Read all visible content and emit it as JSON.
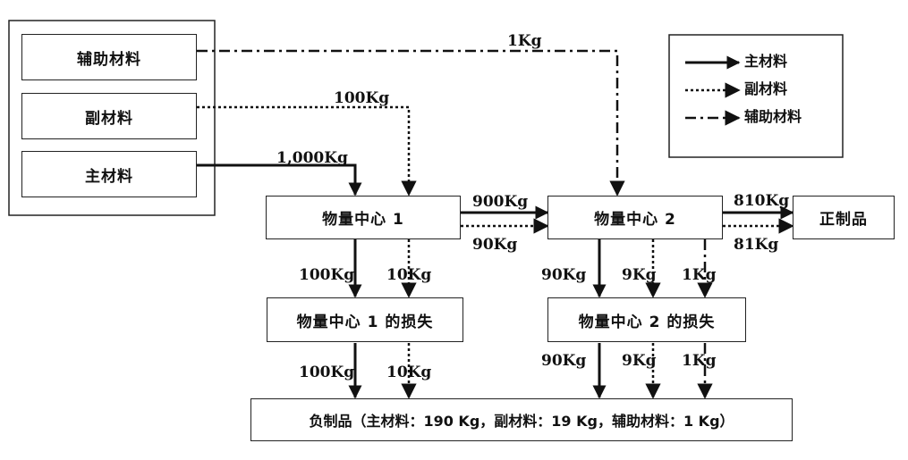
{
  "sources": {
    "auxiliary": "辅助材料",
    "secondary": "副材料",
    "main": "主材料"
  },
  "centers": {
    "center1": "物量中心 1",
    "center2": "物量中心 2",
    "loss1": "物量中心 1 的损失",
    "loss2": "物量中心 2 的损失"
  },
  "outputs": {
    "good_product": "正制品",
    "negative_product": "负制品（主材料：190 Kg，副材料：19 Kg，辅助材料：1 Kg）"
  },
  "legend": {
    "main": "主材料",
    "secondary": "副材料",
    "auxiliary": "辅助材料"
  },
  "flows": {
    "aux_in": "1Kg",
    "sec_in": "100Kg",
    "main_in": "1,000Kg",
    "c1_to_c2_main": "900Kg",
    "c1_to_c2_sec": "90Kg",
    "c2_to_good_main": "810Kg",
    "c2_to_good_sec": "81Kg",
    "c1_loss_main": "100Kg",
    "c1_loss_sec": "10Kg",
    "c2_loss_main": "90Kg",
    "c2_loss_sec": "9Kg",
    "c2_loss_aux": "1Kg",
    "loss1_out_main": "100Kg",
    "loss1_out_sec": "10Kg",
    "loss2_out_main": "90Kg",
    "loss2_out_sec": "9Kg",
    "loss2_out_aux": "1Kg"
  }
}
